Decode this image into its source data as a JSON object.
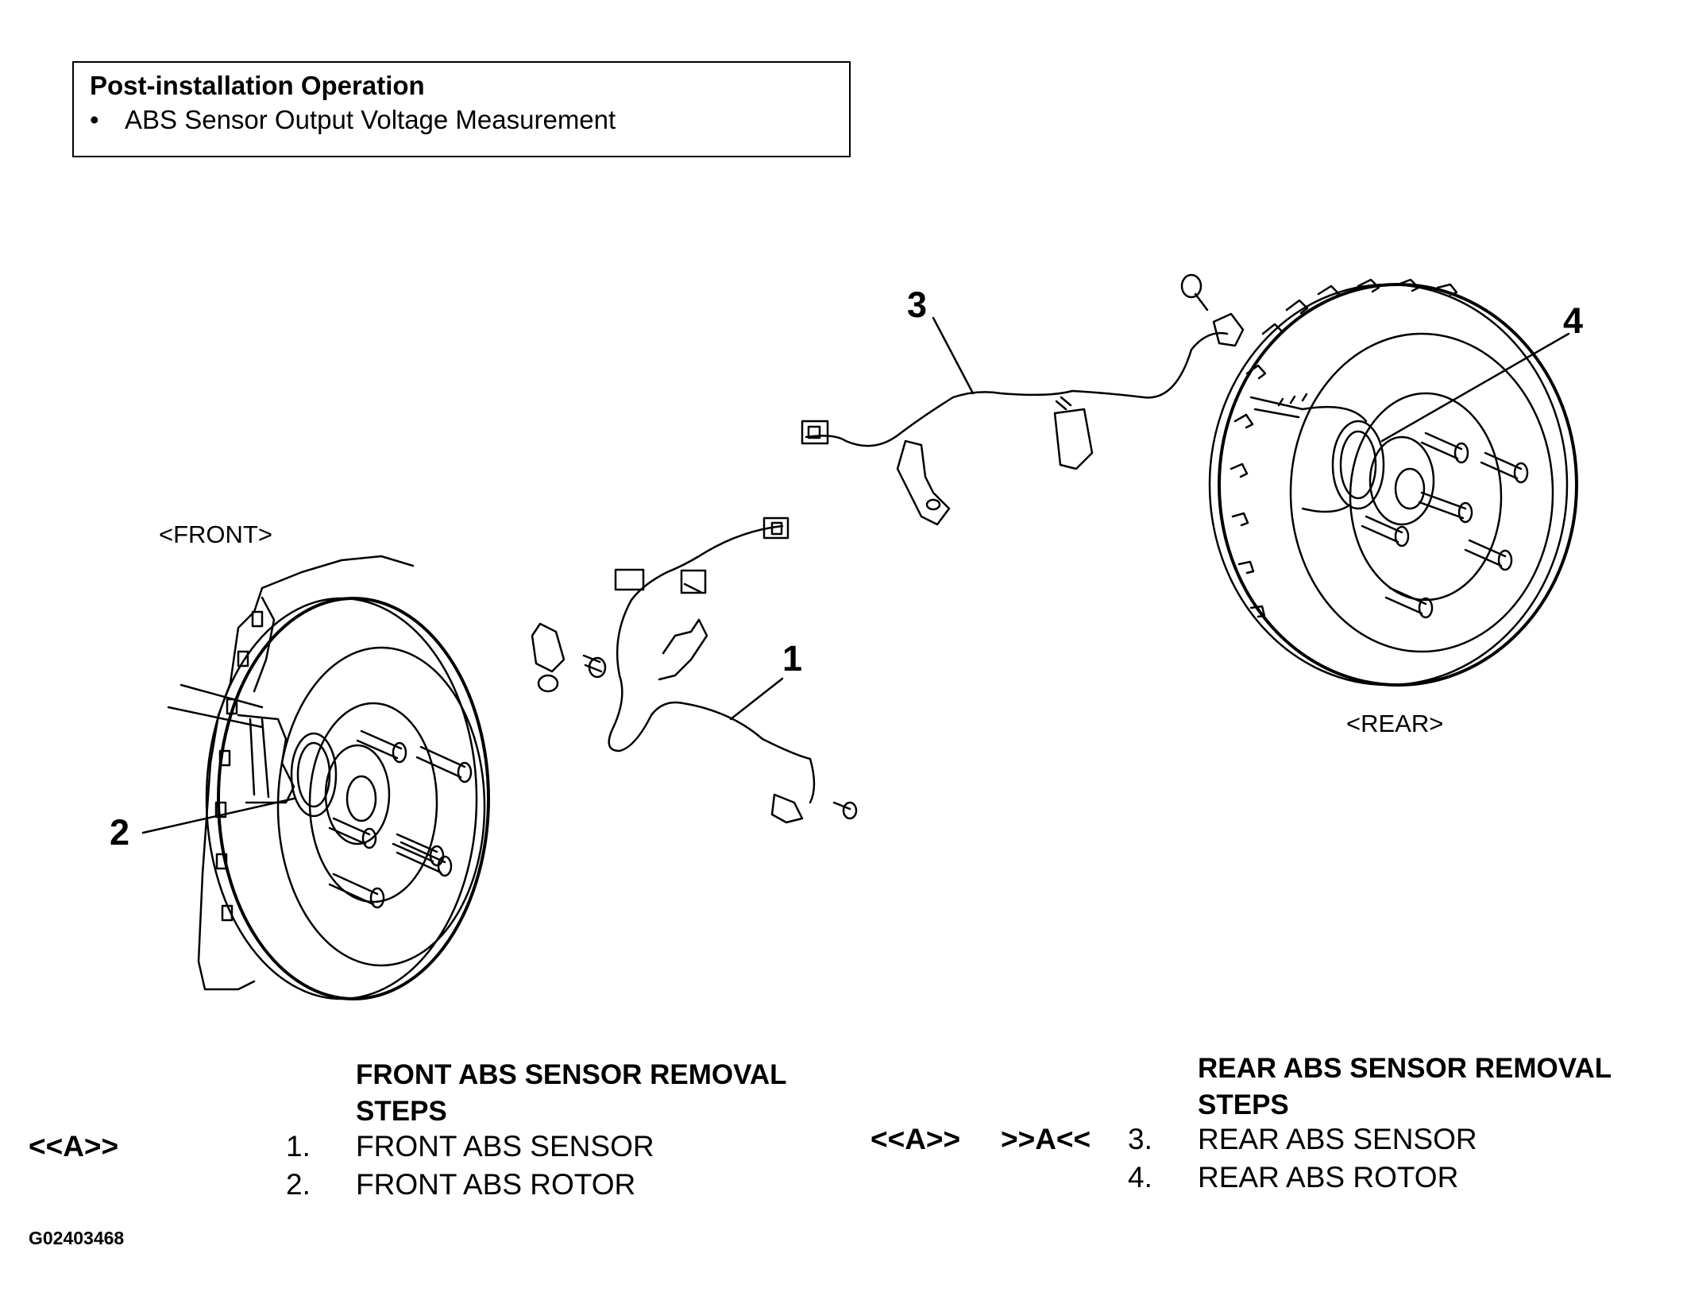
{
  "post_installation": {
    "title": "Post-installation Operation",
    "bullet": "•",
    "item": "ABS Sensor Output Voltage Measurement"
  },
  "diagram": {
    "front_label": "<FRONT>",
    "rear_label": "<REAR>",
    "callouts": [
      "1",
      "2",
      "3",
      "4"
    ]
  },
  "front_steps": {
    "heading_line1": "FRONT ABS SENSOR REMOVAL",
    "heading_line2": "STEPS",
    "code": "<<A>>",
    "items": [
      {
        "num": "1.",
        "label": "FRONT ABS SENSOR"
      },
      {
        "num": "2.",
        "label": "FRONT ABS ROTOR"
      }
    ]
  },
  "rear_steps": {
    "heading_line1": "REAR ABS SENSOR REMOVAL",
    "heading_line2": "STEPS",
    "code_removal": "<<A>>",
    "code_install": ">>A<<",
    "items": [
      {
        "num": "3.",
        "label": "REAR ABS SENSOR"
      },
      {
        "num": "4.",
        "label": "REAR ABS ROTOR"
      }
    ]
  },
  "figure_id": "G02403468"
}
